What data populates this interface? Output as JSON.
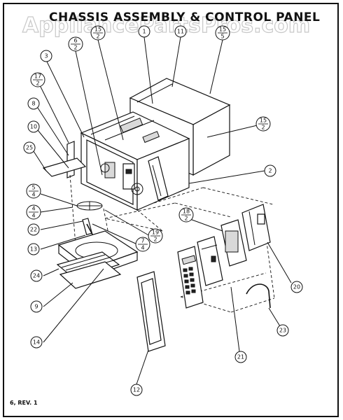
{
  "header": {
    "title": "CHASSIS ASSEMBLY & CONTROL PANEL",
    "watermark": "AppliancePartsPros.com"
  },
  "footer": {
    "revision": "6, REV. 1"
  },
  "callouts": [
    {
      "id": "c1",
      "top": "1"
    },
    {
      "id": "c11",
      "top": "11"
    },
    {
      "id": "c15a",
      "top": "15",
      "bottom": "5"
    },
    {
      "id": "c15b",
      "top": "15",
      "bottom": "2"
    },
    {
      "id": "c6",
      "top": "6",
      "bottom": "2"
    },
    {
      "id": "c15c",
      "top": "15",
      "bottom": "2"
    },
    {
      "id": "c3",
      "top": "3"
    },
    {
      "id": "c17",
      "top": "17",
      "bottom": "2"
    },
    {
      "id": "c8",
      "top": "8"
    },
    {
      "id": "c10",
      "top": "10"
    },
    {
      "id": "c25",
      "top": "25"
    },
    {
      "id": "c2",
      "top": "2"
    },
    {
      "id": "c5",
      "top": "5",
      "bottom": "4"
    },
    {
      "id": "c4",
      "top": "4",
      "bottom": "4"
    },
    {
      "id": "c22",
      "top": "22"
    },
    {
      "id": "c13",
      "top": "13"
    },
    {
      "id": "c7",
      "top": "7",
      "bottom": "4"
    },
    {
      "id": "c19",
      "top": "19",
      "bottom": "2"
    },
    {
      "id": "c18",
      "top": "18",
      "bottom": "2"
    },
    {
      "id": "c24",
      "top": "24"
    },
    {
      "id": "c9",
      "top": "9"
    },
    {
      "id": "c14",
      "top": "14"
    },
    {
      "id": "c20",
      "top": "20"
    },
    {
      "id": "c23",
      "top": "23"
    },
    {
      "id": "c21",
      "top": "21"
    },
    {
      "id": "c12",
      "top": "12"
    }
  ]
}
